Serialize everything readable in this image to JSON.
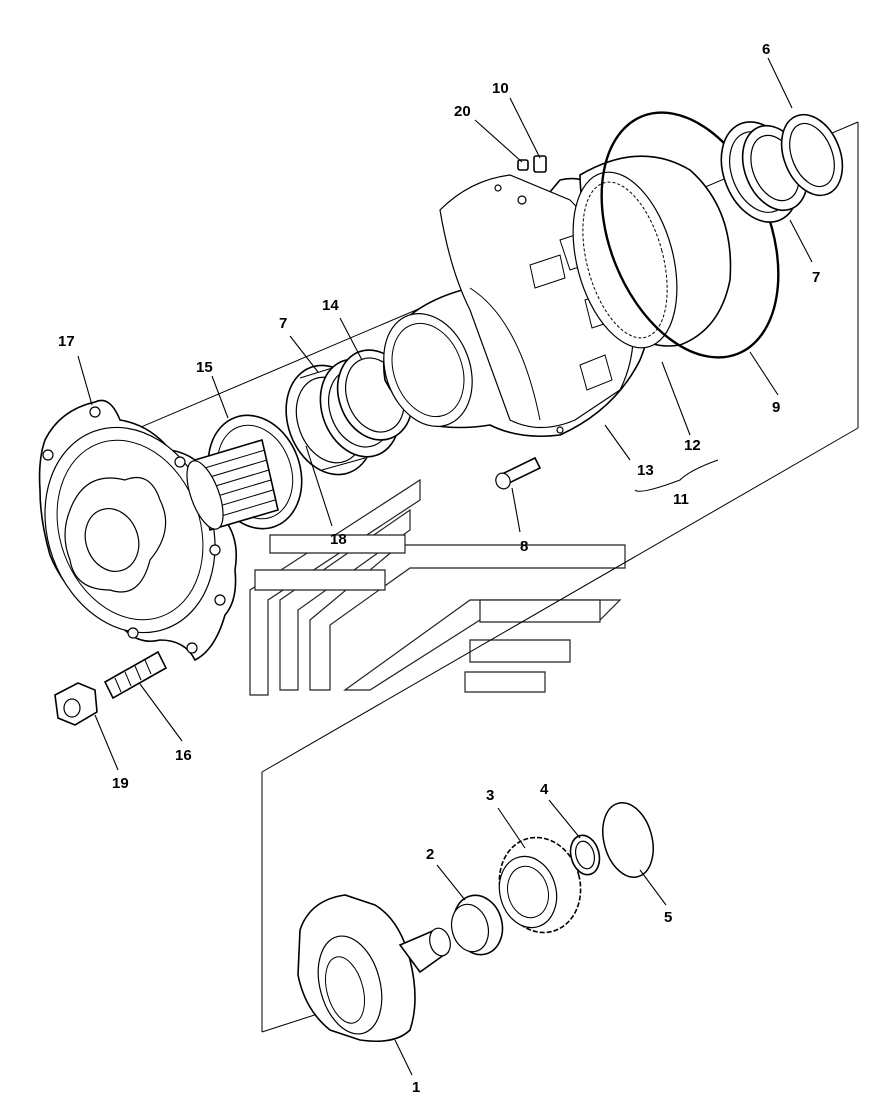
{
  "callouts": {
    "c1": "1",
    "c2": "2",
    "c3": "3",
    "c4": "4",
    "c5": "5",
    "c6": "6",
    "c7a": "7",
    "c7b": "7",
    "c8": "8",
    "c9": "9",
    "c10": "10",
    "c11": "11",
    "c12": "12",
    "c13": "13",
    "c14": "14",
    "c15": "15",
    "c16": "16",
    "c17": "17",
    "c18": "18",
    "c19": "19",
    "c20": "20"
  },
  "colors": {
    "line": "#000000",
    "background": "#ffffff"
  }
}
